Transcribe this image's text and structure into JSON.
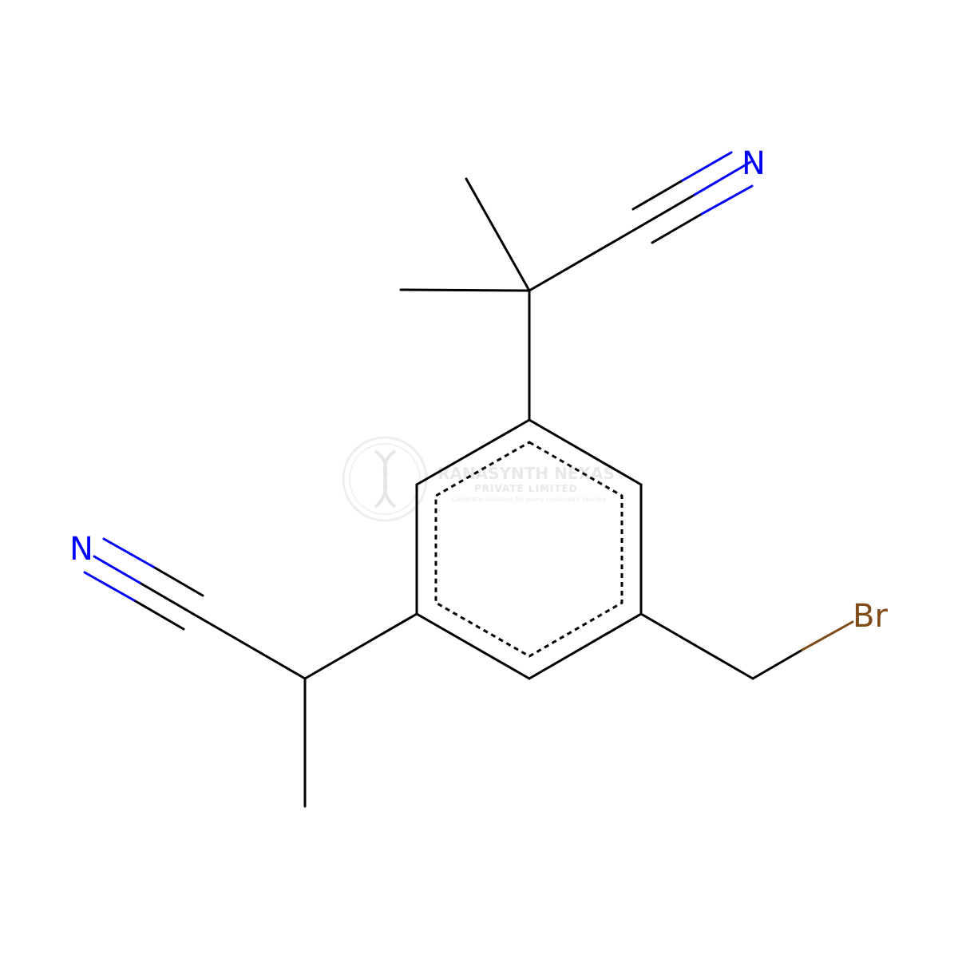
{
  "molecule": {
    "atoms": {
      "nitrile_top_N": "N",
      "nitrile_left_N": "N",
      "bromine": "Br"
    },
    "colors": {
      "bond": "#000000",
      "nitrogen": "#0000FF",
      "bromine": "#7F4C19"
    }
  },
  "watermark": {
    "title": "RANASYNTH NEXAS",
    "subtitle": "PRIVATE LIMITED",
    "tagline": "Complete solutions for every molecule's journey",
    "logo": "dna-helix-logo"
  }
}
